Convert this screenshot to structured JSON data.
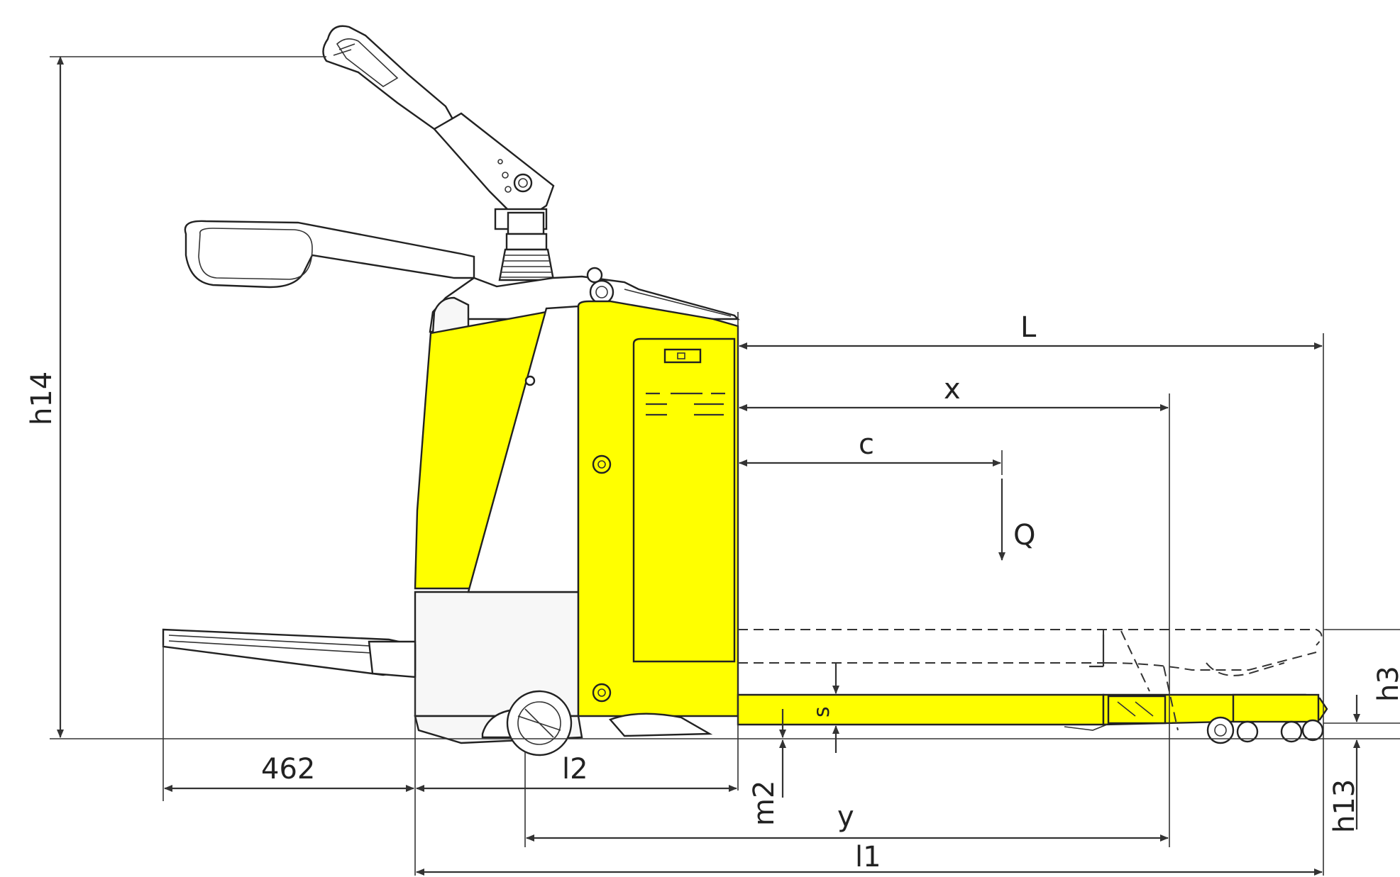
{
  "diagram": {
    "colors": {
      "body": "#ffff00",
      "line": "#222222",
      "background": "#ffffff"
    },
    "dimension_labels": {
      "h14": "h14",
      "L": "L",
      "x": "x",
      "c": "c",
      "Q": "Q",
      "s": "s",
      "h3": "h3",
      "h13": "h13",
      "m2": "m2",
      "y": "y",
      "l1": "l1",
      "l2": "l2",
      "tiller_length": "462"
    }
  }
}
